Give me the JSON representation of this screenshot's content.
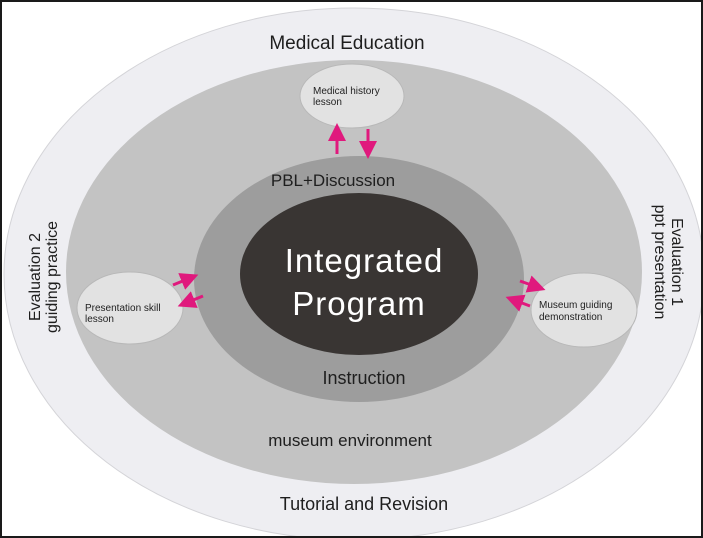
{
  "diagram": {
    "title": "Integrated Program model",
    "colors": {
      "outer_ring": "#eeeef2",
      "middle_ring": "#c3c3c3",
      "inner_ring": "#9d9d9d",
      "core": "#393533",
      "satellite": "#e2e2e2",
      "arrow": "#e0197d",
      "core_text": "#ffffff",
      "text": "#1e1e1e"
    },
    "layers": {
      "outer": {
        "top_label": "Medical Education",
        "bottom_label": "Tutorial and Revision",
        "left_label_line1": "Evaluation 2",
        "left_label_line2": "guiding practice",
        "right_label_line1": "Evaluation 1",
        "right_label_line2": "ppt presentation"
      },
      "middle": {
        "bottom_label": "museum environment"
      },
      "inner": {
        "top_label": "PBL+Discussion",
        "bottom_label": "Instruction"
      },
      "core": {
        "line1": "Integrated",
        "line2": "Program"
      }
    },
    "satellites": [
      {
        "id": "top",
        "line1": "Medical history",
        "line2": "lesson"
      },
      {
        "id": "left",
        "line1": "Presentation skill",
        "line2": "lesson"
      },
      {
        "id": "right",
        "line1": "Museum guiding",
        "line2": "demonstration"
      }
    ]
  }
}
